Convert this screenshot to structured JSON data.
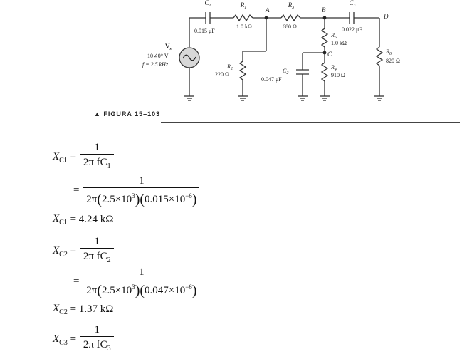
{
  "figure": {
    "caption": "▲ FIGURA 15–103",
    "components": {
      "c1": {
        "name": "C",
        "sub": "1",
        "value": "0.015 μF"
      },
      "r1": {
        "name": "R",
        "sub": "1",
        "value": "1.0 kΩ"
      },
      "r3": {
        "name": "R",
        "sub": "3",
        "value": "680 Ω"
      },
      "c3": {
        "name": "C",
        "sub": "3",
        "value": "0.022 μF"
      },
      "r5": {
        "name": "R",
        "sub": "5",
        "value": "1.0 kΩ"
      },
      "r2": {
        "name": "R",
        "sub": "2",
        "value": "220 Ω"
      },
      "c2": {
        "name": "C",
        "sub": "2",
        "value": "0.047 μF"
      },
      "r4": {
        "name": "R",
        "sub": "4",
        "value": "910 Ω"
      },
      "r6": {
        "name": "R",
        "sub": "6",
        "value": "820 Ω"
      }
    },
    "nodes": {
      "a": "A",
      "b": "B",
      "c": "C",
      "d": "D"
    },
    "source": {
      "name": "V",
      "sub": "s",
      "value": "10∠0° V",
      "freq": "f = 2.5 kHz"
    }
  },
  "equations": [
    {
      "lhs": "X",
      "sub": "C1",
      "num": "1",
      "den": "2π fC",
      "den_sub": "1"
    },
    {
      "num": "1",
      "den_a": "2π",
      "den_b": "2.5×10",
      "den_b_exp": "3",
      "den_c": "0.015×10",
      "den_c_exp": "−6"
    },
    {
      "lhs": "X",
      "sub": "C1",
      "result": "= 4.24 kΩ"
    },
    {
      "lhs": "X",
      "sub": "C2",
      "num": "1",
      "den": "2π fC",
      "den_sub": "2"
    },
    {
      "num": "1",
      "den_a": "2π",
      "den_b": "2.5×10",
      "den_b_exp": "3",
      "den_c": "0.047×10",
      "den_c_exp": "−6"
    },
    {
      "lhs": "X",
      "sub": "C2",
      "result": "= 1.37 kΩ"
    },
    {
      "lhs": "X",
      "sub": "C3",
      "num": "1",
      "den": "2π fC",
      "den_sub": "3"
    }
  ]
}
